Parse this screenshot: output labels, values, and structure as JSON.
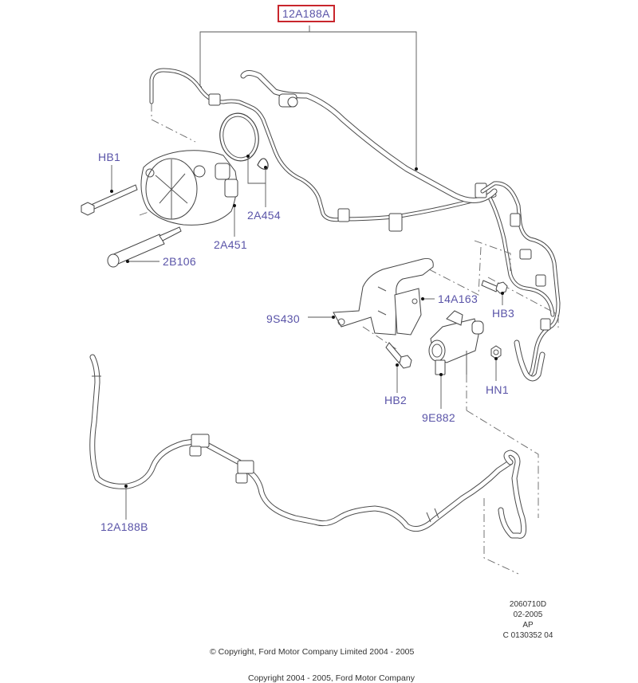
{
  "diagram": {
    "title": "Vacuum pump and vacuum hoses exploded view",
    "highlight_color": "#c8262c",
    "label_color": "#5a54a8",
    "parts": [
      {
        "id": "12A188A",
        "label": "12A188A",
        "highlighted": true
      },
      {
        "id": "HB1",
        "label": "HB1",
        "highlighted": false
      },
      {
        "id": "2A454",
        "label": "2A454",
        "highlighted": false
      },
      {
        "id": "2A451",
        "label": "2A451",
        "highlighted": false
      },
      {
        "id": "2B106",
        "label": "2B106",
        "highlighted": false
      },
      {
        "id": "14A163",
        "label": "14A163",
        "highlighted": false
      },
      {
        "id": "HB3",
        "label": "HB3",
        "highlighted": false
      },
      {
        "id": "9S430",
        "label": "9S430",
        "highlighted": false
      },
      {
        "id": "HN1",
        "label": "HN1",
        "highlighted": false
      },
      {
        "id": "HB2",
        "label": "HB2",
        "highlighted": false
      },
      {
        "id": "9E882",
        "label": "9E882",
        "highlighted": false
      },
      {
        "id": "12A188B",
        "label": "12A188B",
        "highlighted": false
      }
    ]
  },
  "meta": {
    "drawing_number": "2060710D",
    "date": "02-2005",
    "region": "AP",
    "reference": "C 0130352 04"
  },
  "copyright": {
    "line1": "© Copyright, Ford Motor Company Limited 2004 - 2005",
    "line2": "Copyright 2004 - 2005, Ford Motor Company"
  }
}
